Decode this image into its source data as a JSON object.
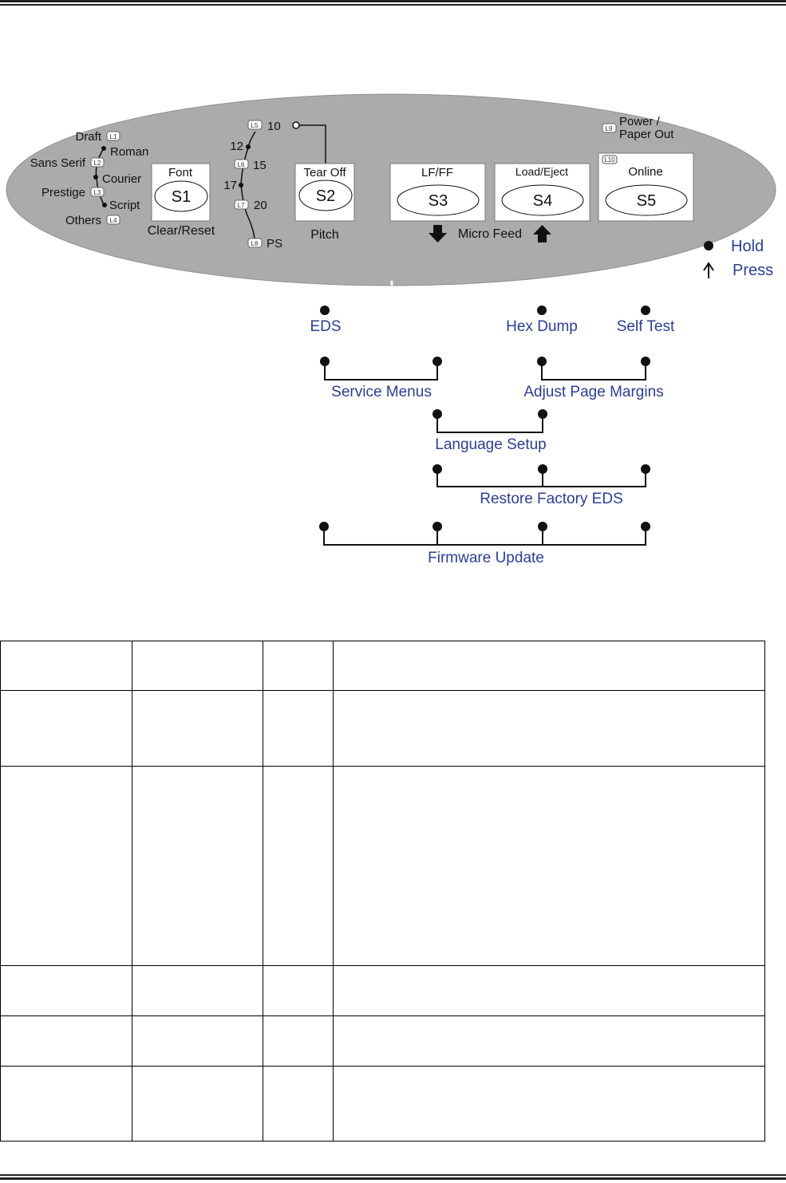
{
  "panel": {
    "font_button": {
      "title": "Font",
      "key": "S1",
      "caption": "Clear/Reset"
    },
    "pitch_button": {
      "title": "Tear Off",
      "key": "S2",
      "caption": "Pitch"
    },
    "lfff_button": {
      "title": "LF/FF",
      "key": "S3"
    },
    "load_button": {
      "title": "Load/Eject",
      "key": "S4"
    },
    "online_button": {
      "title": "Online",
      "key": "S5"
    },
    "micro_feed_label": "Micro Feed",
    "power_label_line1": "Power  /",
    "power_label_line2": "Paper Out",
    "font_leds": [
      {
        "tag": "L1",
        "left_label": "Draft",
        "right_label": "Roman"
      },
      {
        "tag": "L2",
        "left_label": "Sans Serif",
        "right_label": "Courier"
      },
      {
        "tag": "L3",
        "left_label": "Prestige",
        "right_label": "Script"
      },
      {
        "tag": "L4",
        "left_label": "Others",
        "right_label": ""
      }
    ],
    "pitch_leds": [
      {
        "tag": "L5",
        "label": "10"
      },
      {
        "tag": "L6",
        "label": "15"
      },
      {
        "tag": "L7",
        "label": "20"
      },
      {
        "tag": "L8",
        "label": "PS"
      }
    ],
    "pitch_mid_labels": [
      "12",
      "17"
    ],
    "led_tags": {
      "power": "L9",
      "online": "L10"
    }
  },
  "legend": {
    "hold": "Hold",
    "press": "Press"
  },
  "combos": {
    "eds": "EDS",
    "hex_dump": "Hex Dump",
    "self_test": "Self Test",
    "service_menus": "Service Menus",
    "adjust_page_margins": "Adjust Page Margins",
    "language_setup": "Language Setup",
    "restore_factory_eds": "Restore Factory EDS",
    "firmware_update": "Firmware Update"
  },
  "colors": {
    "panel_fill": "#a9abac",
    "combo_text": "#2b3f8f"
  },
  "table": {
    "rows": 6,
    "columns": 4
  }
}
